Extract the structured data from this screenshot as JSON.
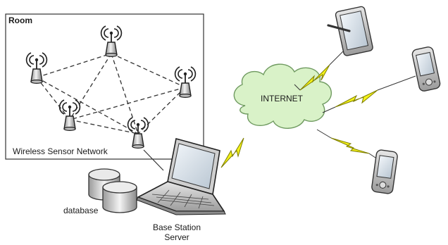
{
  "room": {
    "title": "Room",
    "network_label": "Wireless Sensor Network"
  },
  "cloud": {
    "label": "INTERNET",
    "fill": "#d9f2c8",
    "stroke": "#7aa86a"
  },
  "database": {
    "label": "database"
  },
  "server": {
    "label_line1": "Base Station",
    "label_line2": "Server"
  },
  "colors": {
    "lightning": "#f4f21a",
    "lightning_stroke": "#8a8a00",
    "dash": "#333333"
  },
  "icons": [
    "antenna-icon",
    "laptop-icon",
    "database-icon",
    "tablet-icon",
    "pda-icon",
    "cloud-icon",
    "lightning-icon"
  ]
}
